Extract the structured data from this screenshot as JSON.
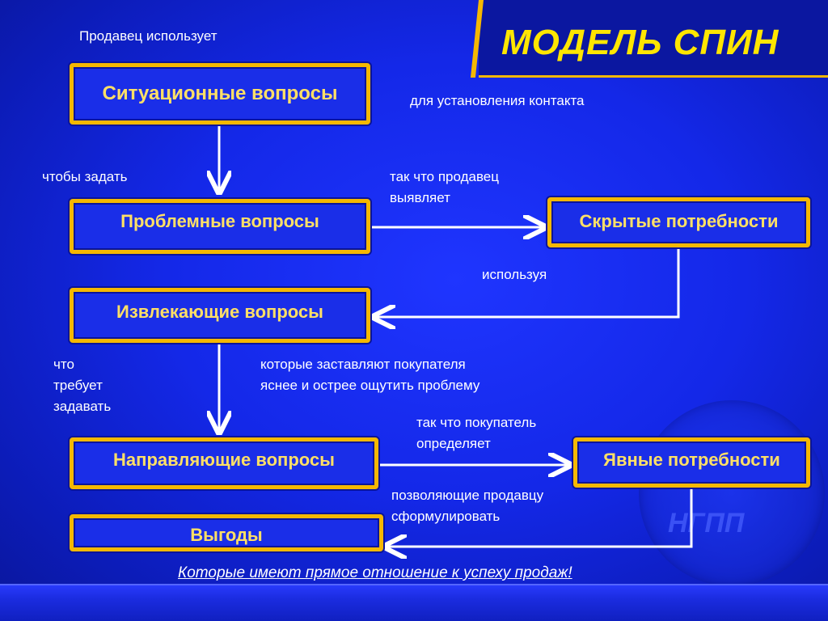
{
  "title": "МОДЕЛЬ СПИН",
  "boxes": {
    "situational": "Ситуационные вопросы",
    "problem": "Проблемные вопросы",
    "hidden_needs": "Скрытые потребности",
    "extracting": "Извлекающие вопросы",
    "guiding": "Направляющие вопросы",
    "explicit_needs": "Явные потребности",
    "benefits": "Выгоды"
  },
  "notes": {
    "seller_uses": "Продавец использует",
    "for_contact": "для установления контакта",
    "to_ask": "чтобы задать",
    "so_seller_line1": "так что продавец",
    "so_seller_line2": "выявляет",
    "using": "используя",
    "what_line1": "что",
    "what_line2": "требует",
    "what_line3": "задавать",
    "which_make_line1": "которые заставляют покупателя",
    "which_make_line2": "яснее и острее ощутить проблему",
    "so_buyer_line1": "так что покупатель",
    "so_buyer_line2": "определяет",
    "allowing_line1": "позволяющие продавцу",
    "allowing_line2": "сформулировать"
  },
  "footer_text": "Которые имеют прямое отношение к успеху продаж!",
  "emblem_text": "НГПП",
  "colors": {
    "accent": "#f5b800",
    "box_text": "#ffe066",
    "title": "#ffe600",
    "background": "#1428e8"
  }
}
